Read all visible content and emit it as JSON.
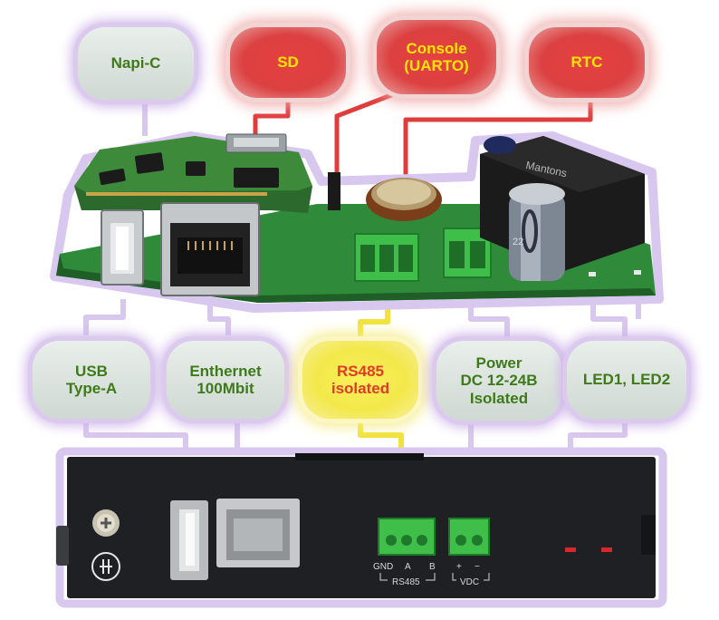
{
  "labels": {
    "napi_c": "Napi-C",
    "sd": "SD",
    "console_line1": "Console",
    "console_line2": "(UARTO)",
    "rtc": "RTC",
    "usb_line1": "USB",
    "usb_line2": "Type-A",
    "ethernet_line1": "Enthernet",
    "ethernet_line2": "100Mbit",
    "rs485_line1": "RS485",
    "rs485_line2": "isolated",
    "power_line1": "Power",
    "power_line2": "DC 12-24B",
    "power_line3": "Isolated",
    "led": "LED1, LED2"
  },
  "panel": {
    "gnd": "GND",
    "a": "A",
    "b": "B",
    "plus": "+",
    "minus": "−",
    "rs485": "RS485",
    "vdc": "VDC"
  },
  "board_text": {
    "cap_label": "22",
    "module_brand": "Mantons"
  },
  "colors": {
    "lavender": "#d8c7ee",
    "red_line": "#e03c3c",
    "yellow_line": "#f2e23a",
    "pcb_green": "#2f8a3a",
    "terminal_green": "#3fbf4a"
  }
}
